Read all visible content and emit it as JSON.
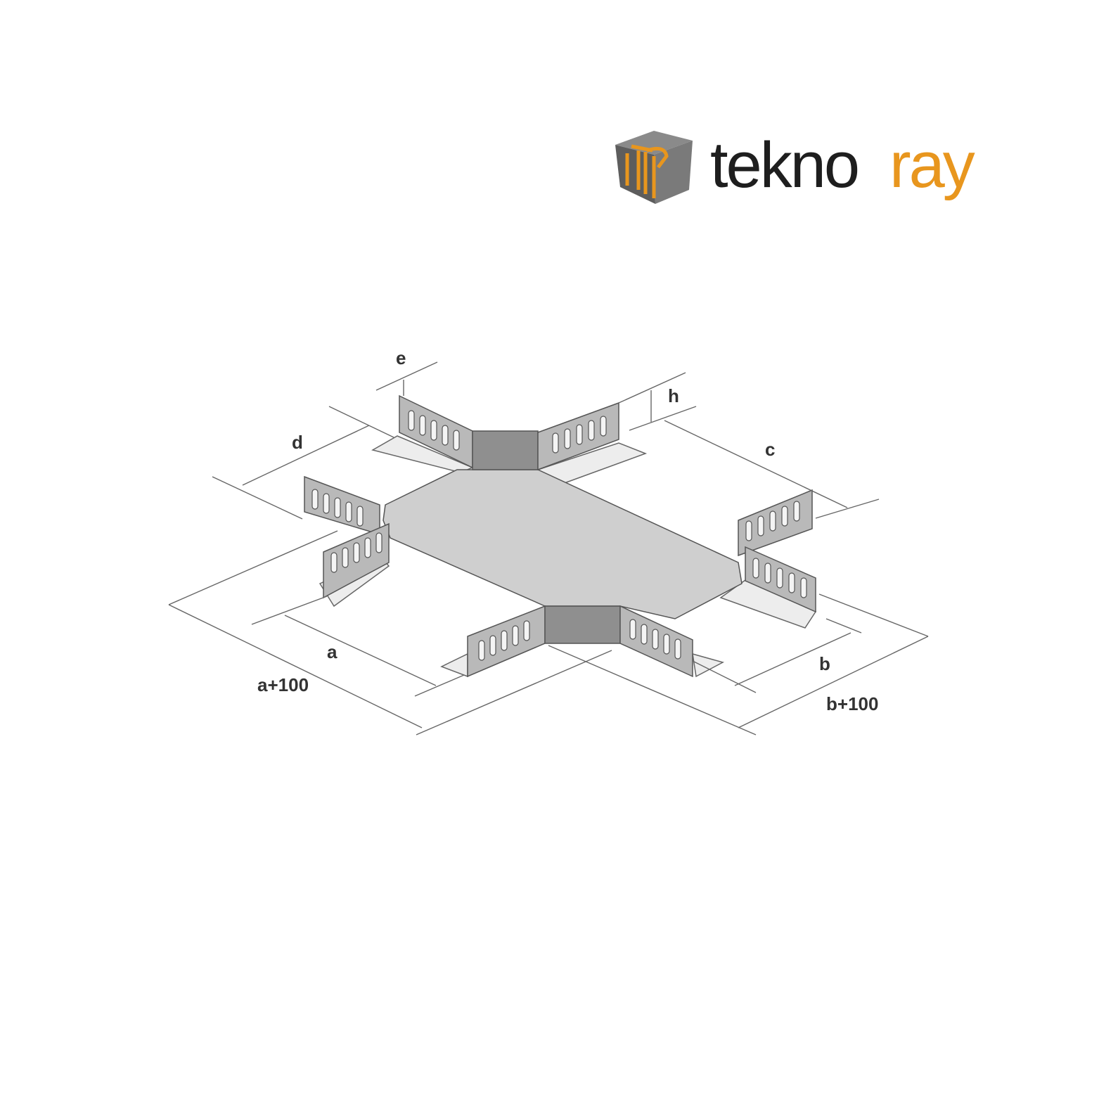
{
  "logo": {
    "brand_dark": "tekno",
    "brand_accent": "ray",
    "monogram": "TR",
    "colors": {
      "dark": "#1e1e1e",
      "accent": "#e8961e",
      "cube": "#6a6a6a"
    }
  },
  "diagram": {
    "subject": "cable-tray-cross",
    "dimensions": {
      "e": "e",
      "h": "h",
      "d": "d",
      "c": "c",
      "a": "a",
      "a_plus": "a+100",
      "b": "b",
      "b_plus": "b+100"
    }
  }
}
